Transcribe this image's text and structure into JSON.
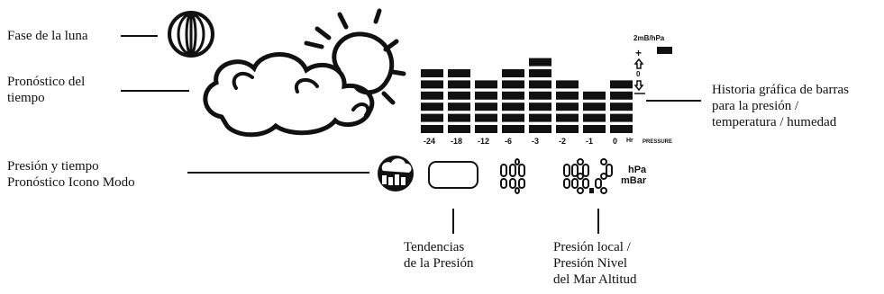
{
  "labels": {
    "moon_phase": "Fase de la luna",
    "forecast": "Pronóstico del\ntiempo",
    "mode_icon": "Presión y tiempo\nPronóstico Icono Modo",
    "history": "Historia gráfica de barras\npara la presión /\ntemperatura / humedad",
    "trend": "Tendencias\nde la Presión",
    "local_pressure": "Presión local /\nPresión Nivel\ndel Mar Altitud"
  },
  "bar_history": {
    "hours": [
      "-24",
      "-18",
      "-12",
      "-6",
      "-3",
      "-2",
      "-1",
      "0"
    ],
    "hr_label": "Hr",
    "pressure_label": "PRESSURE",
    "scale_label": "2mB/hPa",
    "legend_plus": "+",
    "legend_zero": "0",
    "bar_counts": [
      6,
      6,
      5,
      6,
      7,
      5,
      4,
      5
    ]
  },
  "display": {
    "digits_left": "10",
    "digits_right": "18.2",
    "unit_top": "hPa",
    "unit_bottom": "mBar"
  },
  "colors": {
    "ink": "#111111"
  }
}
